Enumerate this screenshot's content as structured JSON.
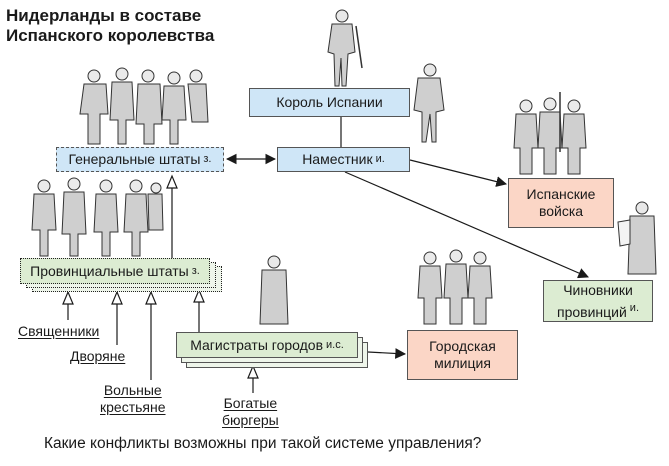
{
  "title": {
    "line1": "Нидерланды в составе",
    "line2": "Испанского королевства"
  },
  "boxes": {
    "king": "Король Испании",
    "namestnik": "Наместник",
    "namestnik_mark": "и.",
    "general_states": "Генеральные штаты",
    "general_states_mark": "з.",
    "spanish_troops": {
      "line1": "Испанские",
      "line2": "войска"
    },
    "officials": {
      "line1": "Чиновники",
      "line2": "провинций"
    },
    "officials_mark": "и.",
    "provincial_states": "Провинциальные штаты",
    "provincial_states_mark": "з.",
    "magistrates": "Магистраты городов",
    "magistrates_mark": "и.с.",
    "militia": {
      "line1": "Городская",
      "line2": "милиция"
    }
  },
  "labels": {
    "clergy": "Священники",
    "nobles": "Дворяне",
    "peasants": {
      "line1": "Вольные",
      "line2": "крестьяне"
    },
    "burghers": {
      "line1": "Богатые",
      "line2": "бюргеры"
    }
  },
  "question": "Какие конфликты возможны при такой системе управления?",
  "colors": {
    "blue_box": "#cfe6f7",
    "pink_box": "#fbd6c6",
    "green_box": "#dcecd2",
    "line": "#1a1a1a"
  }
}
